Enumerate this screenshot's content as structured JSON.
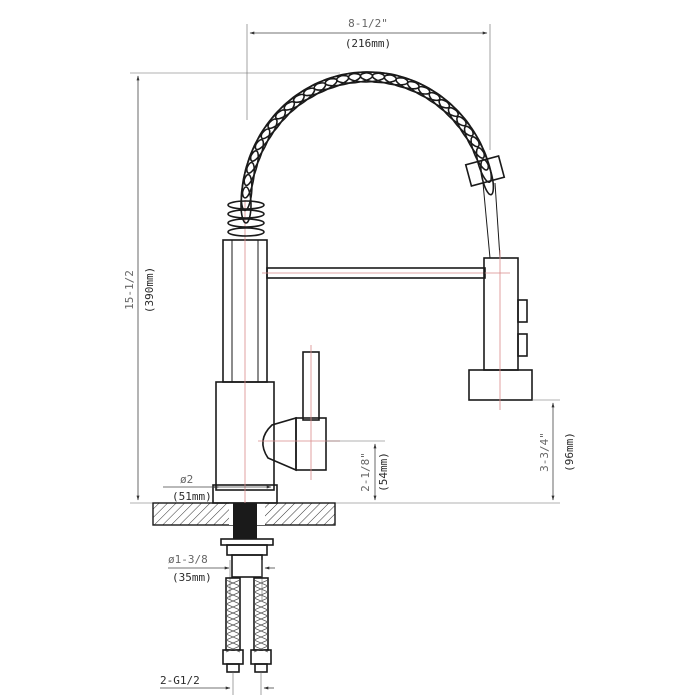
{
  "dimensions": {
    "width_in": "8-1/2\"",
    "width_mm": "(216mm)",
    "height_in": "15-1/2",
    "height_mm": "(390mm)",
    "spout_clear_in": "3-3/4\"",
    "spout_clear_mm": "(96mm)",
    "handle_h_in": "2-1/8\"",
    "handle_h_mm": "(54mm)",
    "base_dia_in": "ø2",
    "base_dia_mm": "(51mm)",
    "shank_dia_in": "ø1-3/8",
    "shank_dia_mm": "(35mm)",
    "thread": "2-G1/2"
  }
}
